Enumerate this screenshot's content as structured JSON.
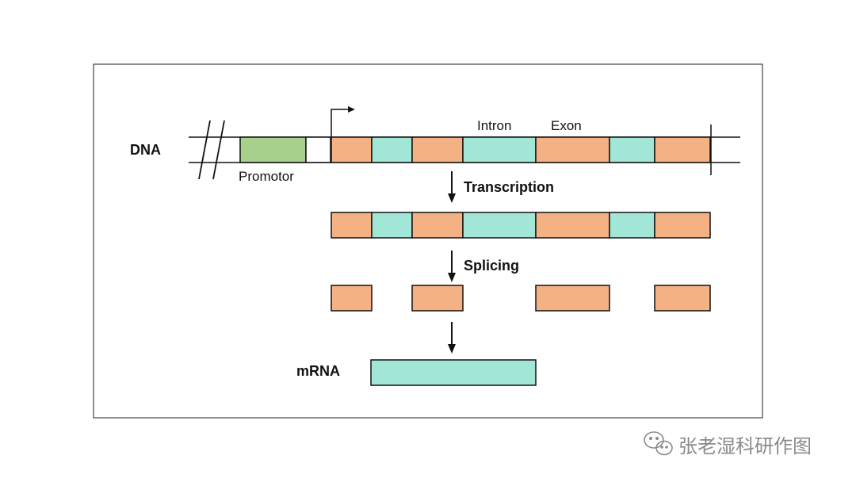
{
  "colors": {
    "exon": "#f4b183",
    "intron": "#a2e6d8",
    "promoter": "#a8d08d",
    "stroke": "#111111",
    "frame": "#444444"
  },
  "labels": {
    "dna": "DNA",
    "promoter": "Promotor",
    "intron": "Intron",
    "exon": "Exon",
    "transcription": "Transcription",
    "splicing": "Splicing",
    "mrna": "mRNA"
  },
  "gene_segments": [
    "exon",
    "intron",
    "exon",
    "intron",
    "exon",
    "intron",
    "exon"
  ],
  "watermark": {
    "text": "张老湿科研作图",
    "icon": "wechat-icon"
  }
}
